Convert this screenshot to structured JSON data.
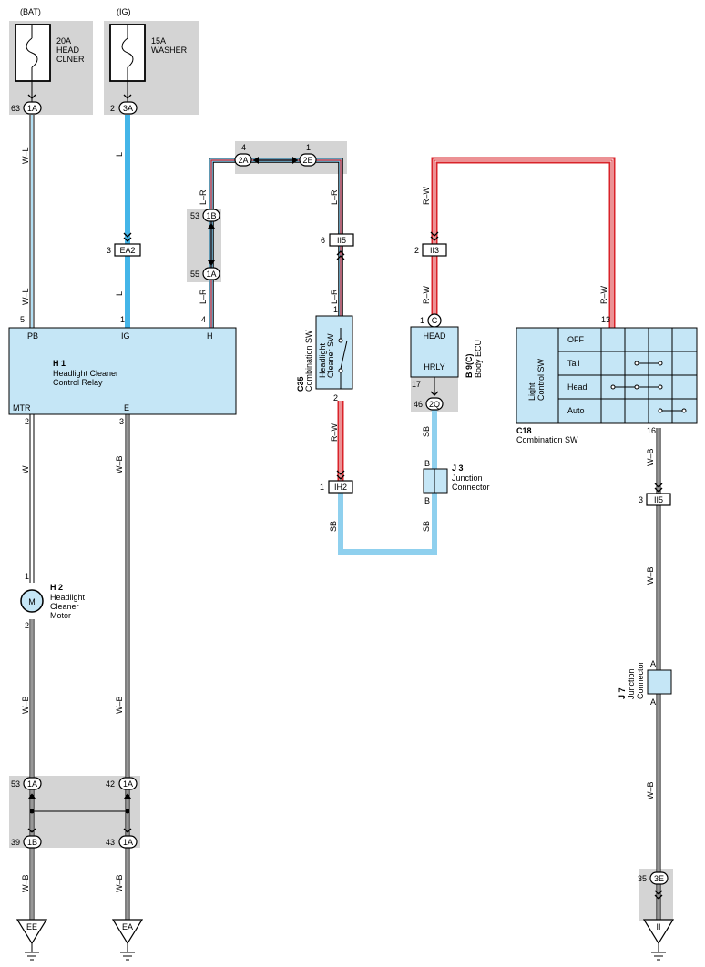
{
  "sources": [
    {
      "supply": "(BAT)",
      "fuse": [
        "20A",
        "HEAD",
        "CLNER"
      ],
      "pin": "63",
      "conn": "1A"
    },
    {
      "supply": "(IG)",
      "fuse": [
        "15A",
        "WASHER"
      ],
      "pin": "2",
      "conn": "3A"
    }
  ],
  "wires": {
    "w_l": "W–L",
    "l": "L",
    "l_r": "L–R",
    "r_w": "R–W",
    "w": "W",
    "w_b": "W–B",
    "sb": "SB"
  },
  "conns": {
    "ea2": "EA2",
    "c2a": "2A",
    "c2e": "2E",
    "c1b": "1B",
    "c1a": "1A",
    "ii5": "II5",
    "ii3": "II3",
    "ih2": "IH2",
    "c2q": "2Q",
    "cC": "C",
    "c3e": "3E",
    "c1b_low": "1B",
    "c1a_low": "1A"
  },
  "pins": {
    "p3": "3",
    "p4": "4",
    "p1": "1",
    "p53": "53",
    "p55": "55",
    "p6": "6",
    "p2": "2",
    "p5": "5",
    "p13": "13",
    "p16": "16",
    "p17": "17",
    "p46": "46",
    "p42": "42",
    "p39": "39",
    "p43": "43",
    "p35": "35",
    "pB": "B",
    "pA": "A"
  },
  "h1": {
    "id": "H 1",
    "name1": "Headlight Cleaner",
    "name2": "Control Relay",
    "pb": "PB",
    "ig": "IG",
    "h": "H",
    "mtr": "MTR",
    "e": "E"
  },
  "h2": {
    "id": "H 2",
    "name": [
      "Headlight",
      "Cleaner",
      "Motor"
    ],
    "m": "M"
  },
  "c35": {
    "id": "C35",
    "name": "Combination SW",
    "sw": [
      "Headlight",
      "Cleaner SW"
    ]
  },
  "b9": {
    "id": "B 9(C)",
    "name": "Body ECU",
    "head": "HEAD",
    "hrly": "HRLY"
  },
  "j3": {
    "id": "J 3",
    "name": [
      "Junction",
      "Connector"
    ]
  },
  "j7": {
    "id": "J 7",
    "name": [
      "Junction",
      "Connector"
    ]
  },
  "c18": {
    "id": "C18",
    "name": "Combination SW",
    "title": [
      "Light",
      "Control SW"
    ],
    "rows": [
      "OFF",
      "Tail",
      "Head",
      "Auto"
    ]
  },
  "grounds": [
    "EE",
    "EA",
    "II"
  ],
  "colors": {
    "blue": "#7fcbee",
    "light_blue": "#8fd0ee",
    "red": "#d9232a",
    "box": "#c5e6f6",
    "grey": "#d4d4d4"
  }
}
